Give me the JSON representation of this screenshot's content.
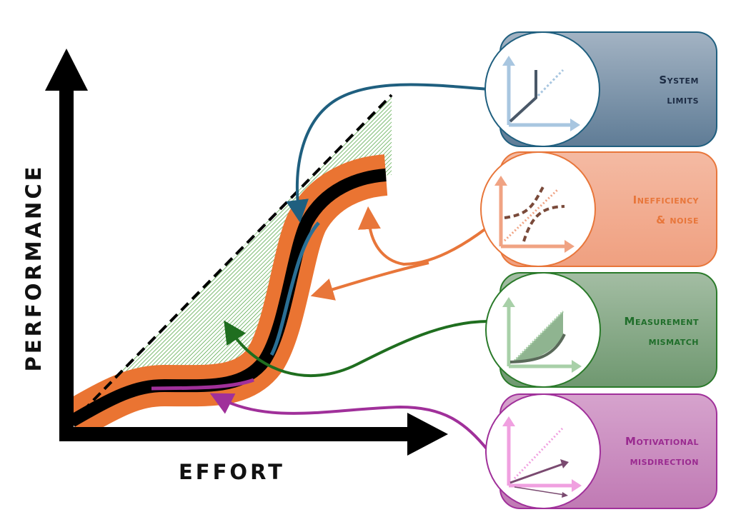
{
  "axes": {
    "y_label": "PERFORMANCE",
    "x_label": "EFFORT"
  },
  "panels": [
    {
      "line1": "System",
      "line2": "limits",
      "color": "#1f5f7f",
      "text_color": "#1d2c44"
    },
    {
      "line1": "Inefficiency",
      "line2": "& noise",
      "color": "#e8763a",
      "text_color": "#e8763a"
    },
    {
      "line1": "Measurement",
      "line2": "mismatch",
      "color": "#2a7a2a",
      "text_color": "#1f6e2a"
    },
    {
      "line1": "Motivational",
      "line2": "misdirection",
      "color": "#a0309a",
      "text_color": "#9a2a90"
    }
  ]
}
